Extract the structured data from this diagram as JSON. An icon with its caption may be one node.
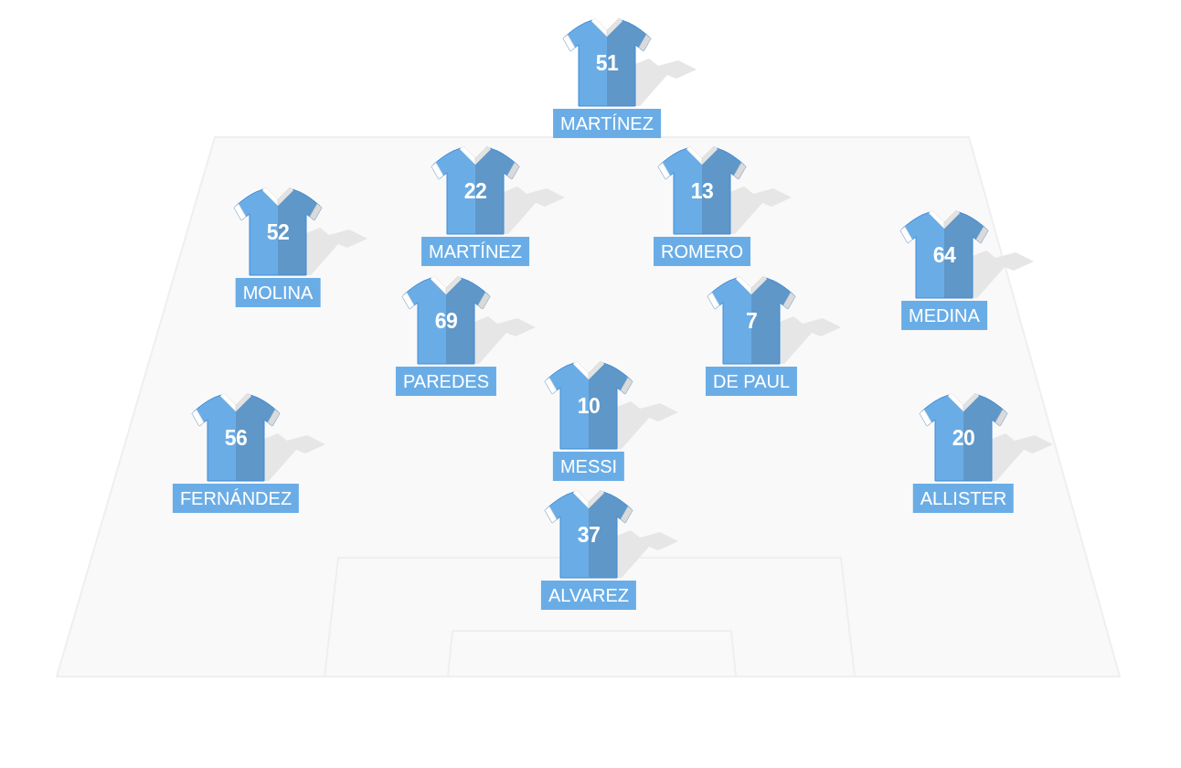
{
  "diagram": {
    "nodes": [
      {
        "text": [
          "51",
          "MARTÍNEZ"
        ]
      },
      {
        "text": [
          "22",
          "MARTÍNEZ"
        ]
      },
      {
        "text": [
          "13",
          "ROMERO"
        ]
      },
      {
        "text": [
          "52",
          "MOLINA"
        ]
      },
      {
        "text": [
          "64",
          "MEDINA"
        ]
      },
      {
        "text": [
          "69",
          "PAREDES"
        ]
      },
      {
        "text": [
          "7",
          "DE PAUL"
        ]
      },
      {
        "text": [
          "10",
          "MESSI"
        ]
      },
      {
        "text": [
          "56",
          "FERNÁNDEZ"
        ]
      },
      {
        "text": [
          "20",
          "ALLISTER"
        ]
      },
      {
        "text": [
          "37",
          "ALVAREZ"
        ]
      }
    ]
  }
}
